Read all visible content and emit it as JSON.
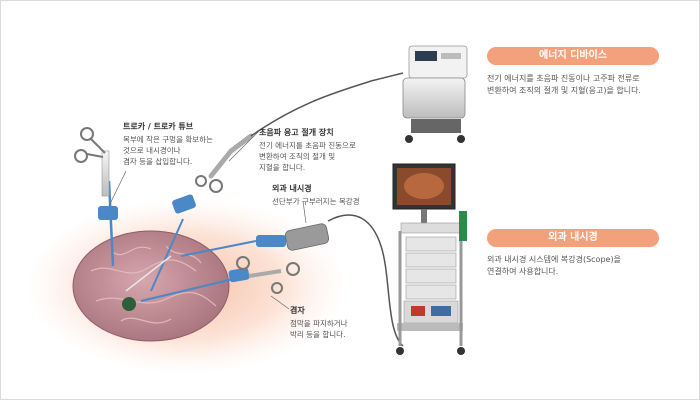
{
  "panels": {
    "energy": {
      "title": "에너지 디바이스",
      "desc_1": "전기 에너지를 초음파 진동이나 고주파 전류로",
      "desc_2": "변환하여 조직의 절개 및 지혈(응고)을 합니다."
    },
    "endoscope": {
      "title": "외과 내시경",
      "desc_1": "외과 내시경 시스템에 복강경(Scope)을",
      "desc_2": "연결하여 사용합니다."
    }
  },
  "labels": {
    "trocar": {
      "title": "트로카 / 트로카 튜브",
      "line1": "복부에 작은 구멍을 확보하는",
      "line2": "것으로 내시경이나",
      "line3": "겸자 등을 삽입합니다."
    },
    "ultrasonic": {
      "title": "초음파 응고 절개 장치",
      "line1": "전기 에너지를 초음파 진동으로",
      "line2": "변환하여 조직의 절개 및",
      "line3": "지혈을 합니다."
    },
    "scope": {
      "title": "외과 내시경",
      "line1": "선단부가 구부러지는 복강경"
    },
    "forceps": {
      "title": "겸자",
      "line1": "점막을 파지하거나",
      "line2": "박리 등을 합니다."
    }
  },
  "colors": {
    "accent": "#f3a07c",
    "glow": "#fbd6c4",
    "cavity": "#c9909a",
    "instrument": "#4a88c8"
  }
}
